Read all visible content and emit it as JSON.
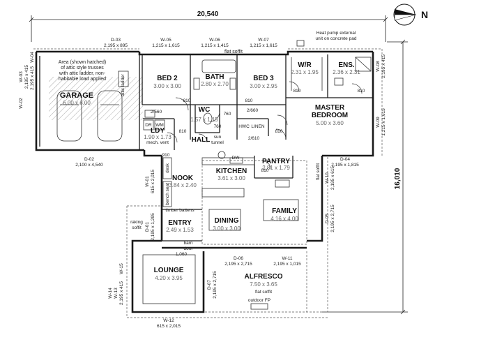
{
  "overall": {
    "width": "20,540",
    "depth": "16,010"
  },
  "north": "N",
  "rooms": {
    "garage": {
      "name": "GARAGE",
      "size": "6.00 x 6.00"
    },
    "bed2": {
      "name": "BED 2",
      "size": "3.00 x 3.00"
    },
    "bath": {
      "name": "BATH",
      "size": "2.80 x 2.70"
    },
    "bed3": {
      "name": "BED 3",
      "size": "3.00 x 2.95"
    },
    "wr": {
      "name": "W/R",
      "size": "2.31 x 1.95"
    },
    "ens": {
      "name": "ENS.",
      "size": "2.36 x 2.31"
    },
    "master": {
      "name": "MASTER",
      "name2": "BEDROOM",
      "size": "5.00 x 3.60"
    },
    "wc": {
      "name": "WC",
      "size": "1.57 x 1.15"
    },
    "ldy": {
      "name": "LDY",
      "size": "1.90 x 1.73"
    },
    "hall": {
      "name": "HALL"
    },
    "kitchen": {
      "name": "KITCHEN",
      "size": "3.61 x 3.00"
    },
    "pantry": {
      "name": "PANTRY",
      "size": "2.81 x 1.79"
    },
    "nook": {
      "name": "NOOK",
      "size": "3.84 x 2.40"
    },
    "family": {
      "name": "FAMILY",
      "size": "4.16 x 4.00"
    },
    "dining": {
      "name": "DINING",
      "size": "3.00 x 3.00"
    },
    "entry": {
      "name": "ENTRY",
      "size": "2.49 x 1.53"
    },
    "lounge": {
      "name": "LOUNGE",
      "size": "4.20 x 3.95"
    },
    "alfresco": {
      "name": "ALFRESCO",
      "size": "7.50 x 3.65"
    }
  },
  "openings": {
    "d03": "D-03",
    "d03s": "2,195 x 895",
    "w05": "W-05",
    "w05s": "1,215 x 1,615",
    "w06": "W-06",
    "w06s": "1,215 x 1,415",
    "w07": "W-07",
    "w07s": "1,215 x 1,615",
    "w08": "W-08",
    "w08s": "2,195 x 415",
    "w09": "W-09",
    "w09s": "1,215 x 1,615",
    "w03": "W-03",
    "w03s": "2,195 x 415",
    "w04": "W-04",
    "w04s": "2,195 x 415",
    "w02": "W-02",
    "d02": "D-02",
    "d02s": "2,100 x 4,540",
    "w01": "W-01",
    "w01s": "615 x 2,015",
    "d01": "D-01",
    "d01s": "2,195 x 1,295",
    "d04": "D-04",
    "d04s": "2,195 x 1,815",
    "w10": "W-10",
    "w10s": "2,195 x 615",
    "d05": "D-05",
    "d05s": "2,195 x 2,715",
    "d06": "D-06",
    "d06s": "2,195 x 2,715",
    "w11": "W-11",
    "w11s": "2,195 x 1,015",
    "d07": "D-07",
    "d07s": "2,195 x 2,715",
    "w12": "W-12",
    "w12s": "615 x 2,015",
    "w13": "W-13",
    "w14": "W-14",
    "w15": "W-15",
    "w1315s": "2,195 x 415"
  },
  "notes": {
    "heat_pump_1": "Heat pump external",
    "heat_pump_2": "unit on concrete pad",
    "flat_soffit": "flat soffit",
    "flat_soffit2": "flat soffit",
    "flat_soffit3": "flat soffit",
    "attic_1": "Area (shown hatched)",
    "attic_2": "of attic style trusses",
    "attic_3": "with attic ladder, non-",
    "attic_4": "habitable load applied",
    "attic_ladder": "attic ladder",
    "mech_vent": "mech. vent",
    "linen": "LINEN",
    "hwc": "HWC",
    "sun_tunnel_1": "sun",
    "sun_tunnel_2": "tunnel",
    "desk": "desk",
    "bench_seat": "bench seat",
    "timber_battens": "timber battens",
    "raking_soffit_1": "raking",
    "raking_soffit_2": "soffit",
    "barn_door_1": "barn",
    "barn_door_2": "door",
    "outdoor_fp": "outdoor FP",
    "dw": "DW",
    "dr": "DR",
    "wm": "WM",
    "d810a": "810",
    "d810b": "810",
    "d810c": "810",
    "d810d": "810",
    "d810e": "810",
    "d810f": "810",
    "d810g": "810",
    "d910": "910",
    "d760a": "760",
    "d760b": "760",
    "d2560": "2/560",
    "d2660": "2/660",
    "d2610": "2/610",
    "d1060": "1,060"
  }
}
